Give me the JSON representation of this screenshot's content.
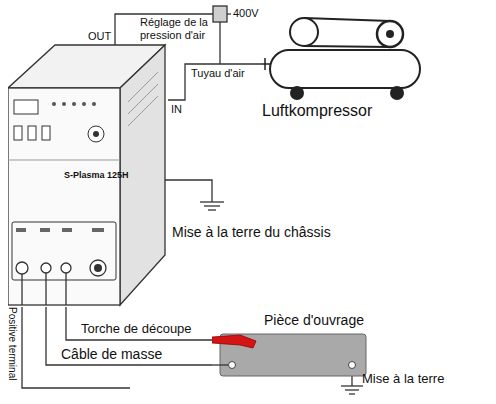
{
  "diagram": {
    "nodes": [
      {
        "text": [
          "S-Plasma 125H"
        ]
      },
      {
        "text": [
          "Luftkompressor"
        ]
      },
      {
        "text": [
          "Pièce d'ouvrage"
        ]
      }
    ],
    "edges": [
      {
        "from": 0,
        "to": 2,
        "label": "Torche de découpe",
        "arrow": "none"
      },
      {
        "from": 0,
        "to": 2,
        "label": "Câble de masse",
        "arrow": "none"
      },
      {
        "from": 1,
        "to": 0,
        "label": "Tuyau d'air",
        "arrow": "none"
      }
    ],
    "labels": [
      "OUT",
      "Réglage de la pression d'air",
      "400V",
      "IN",
      "Mise à la terre du châssis",
      "Mise à la terre",
      "Positive terminal"
    ]
  }
}
